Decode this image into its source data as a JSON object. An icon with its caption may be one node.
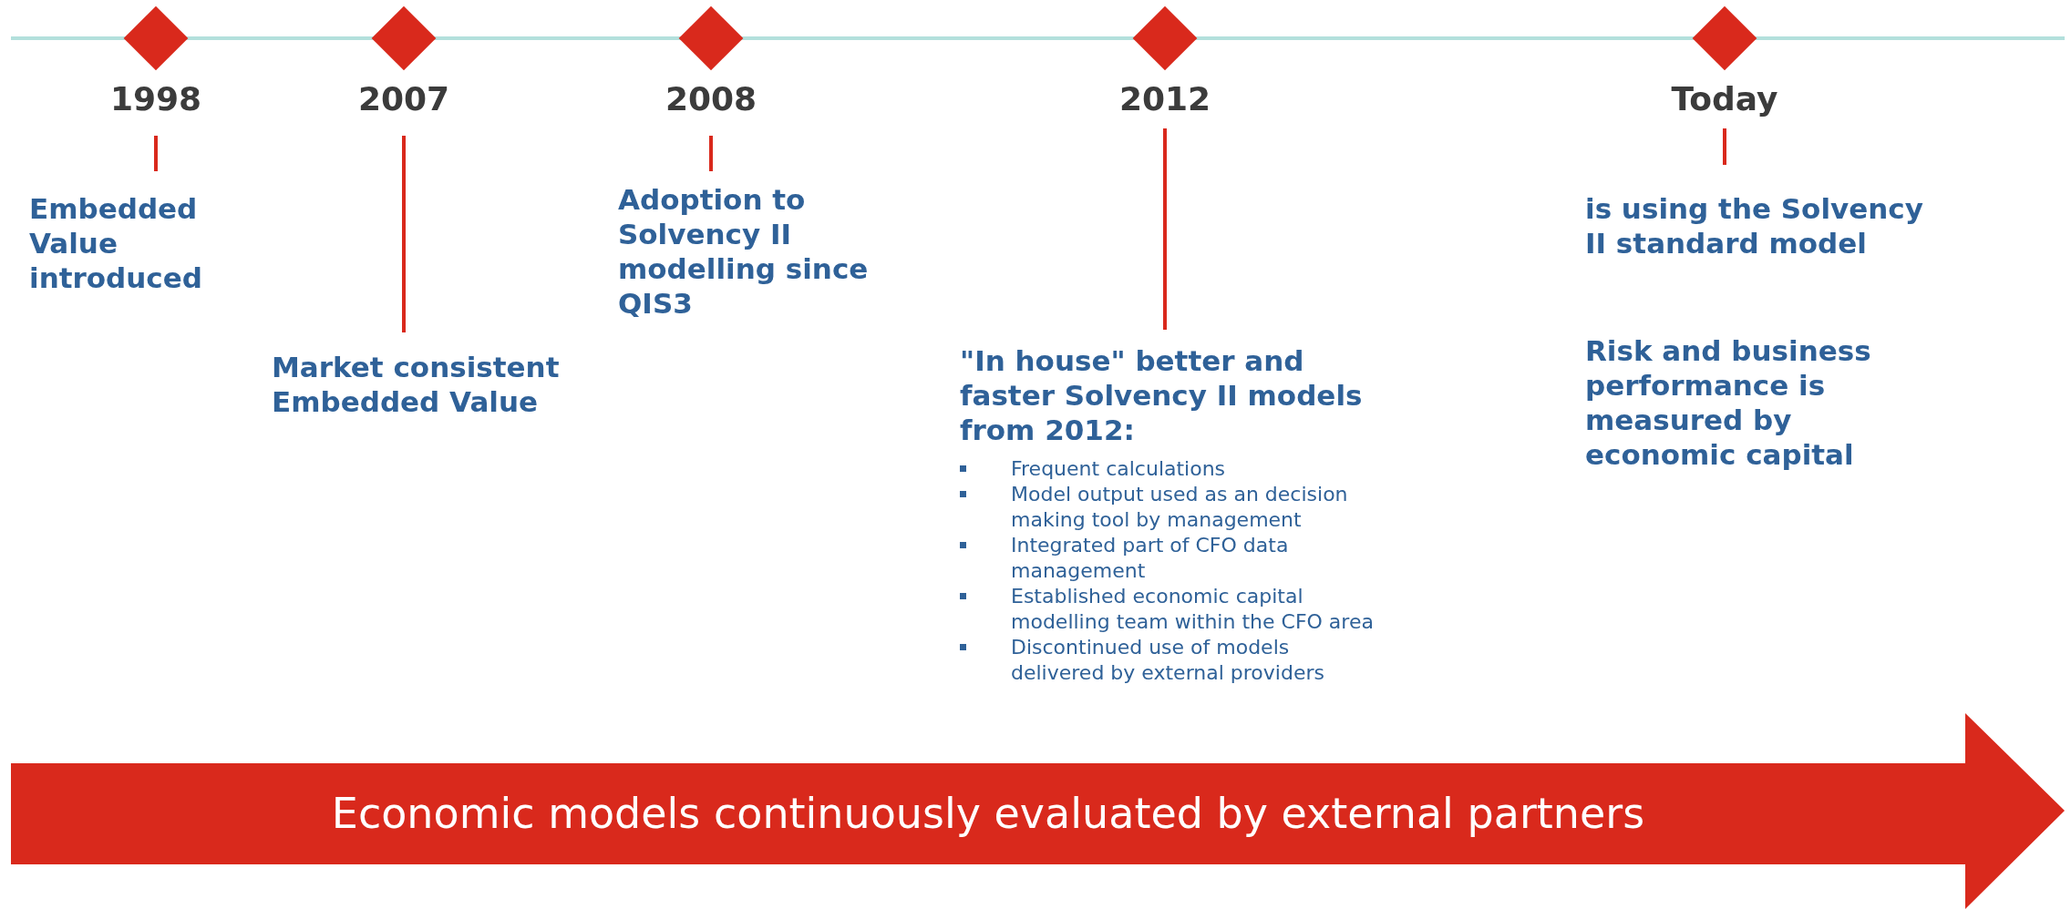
{
  "diagram": {
    "nodes": [
      {
        "text": [
          "1998",
          "Embedded Value introduced"
        ]
      },
      {
        "text": [
          "2007",
          "Market consistent Embedded Value"
        ]
      },
      {
        "text": [
          "2008",
          "Adoption to Solvency II modelling since QIS3"
        ]
      },
      {
        "text": [
          "2012",
          "\"In house\" better and faster Solvency II models from 2012:",
          "Frequent calculations",
          "Model output used as an decision making tool by management",
          "Integrated part of CFO data management",
          "Established economic capital modelling team within the CFO area",
          "Discontinued use of models delivered by external providers"
        ]
      },
      {
        "text": [
          "Today",
          "is using the Solvency II standard model",
          "Risk and business performance is measured by economic capital"
        ]
      },
      {
        "text": [
          "Economic models continuously evaluated by external partners"
        ]
      }
    ],
    "edges": []
  }
}
